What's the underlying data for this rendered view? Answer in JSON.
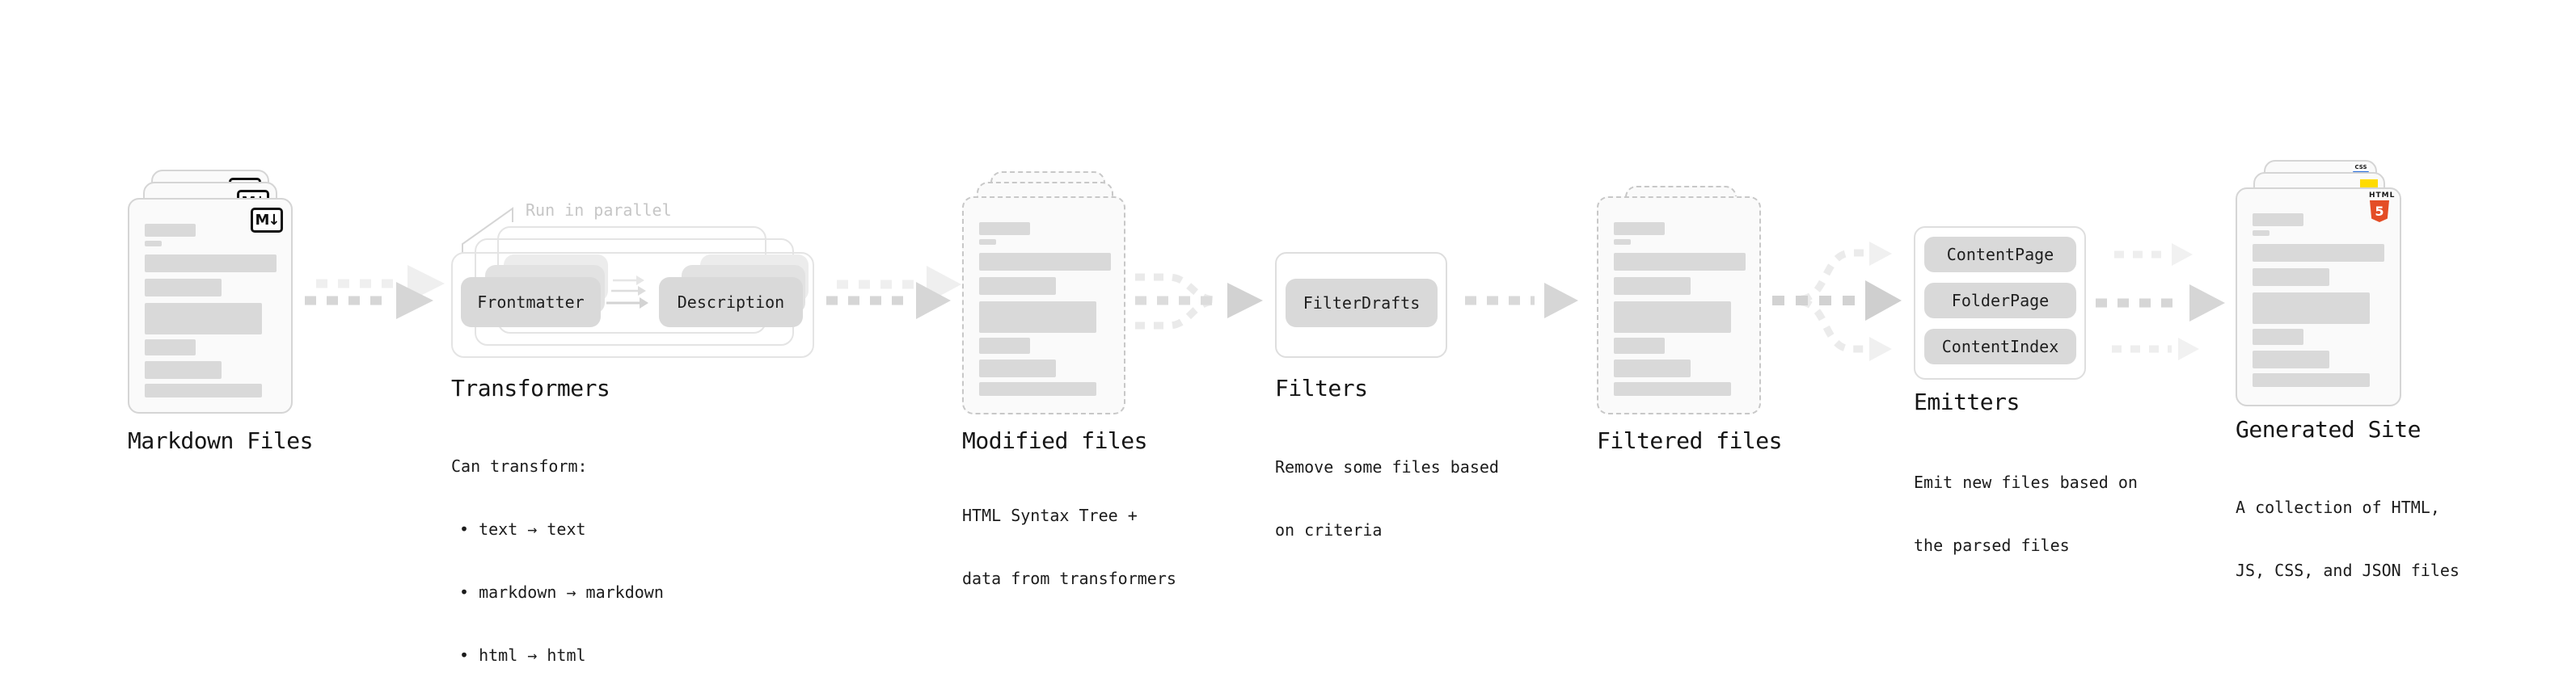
{
  "diagram": {
    "stages": [
      {
        "label": "Markdown Files"
      },
      {
        "label": "Transformers",
        "annotation": "Run in parallel",
        "pills": [
          "Frontmatter",
          "Description"
        ],
        "description": [
          "Can transform:",
          "• text → text",
          "• markdown → markdown",
          "• html → html"
        ]
      },
      {
        "label": "Modified files",
        "description": [
          "HTML Syntax Tree +",
          "data from transformers"
        ]
      },
      {
        "label": "Filters",
        "pills": [
          "FilterDrafts"
        ],
        "description": [
          "Remove some files based",
          "on criteria"
        ]
      },
      {
        "label": "Filtered files"
      },
      {
        "label": "Emitters",
        "pills": [
          "ContentPage",
          "FolderPage",
          "ContentIndex"
        ],
        "description": [
          "Emit new files based on",
          "the parsed files"
        ]
      },
      {
        "label": "Generated Site",
        "description": [
          "A collection of HTML,",
          "JS, CSS, and JSON files"
        ]
      }
    ],
    "badges": {
      "markdown": "M↓",
      "html_top": "HTML",
      "html_number": "5",
      "css": "CSS"
    },
    "colors": {
      "pill_gray": "#d9d9d9",
      "bar_gray": "#d9d9d9",
      "card_bg": "#fafafa",
      "card_border": "#d5d5d5",
      "dashed_border": "#c8c8c8",
      "arrow_gray": "#d6d6d6",
      "arrow_light": "#eeeeee",
      "annotation_gray": "#c6c6c6",
      "html5_orange": "#e44d26",
      "js_yellow": "#ffdb00",
      "css_blue": "#2268d8"
    }
  }
}
